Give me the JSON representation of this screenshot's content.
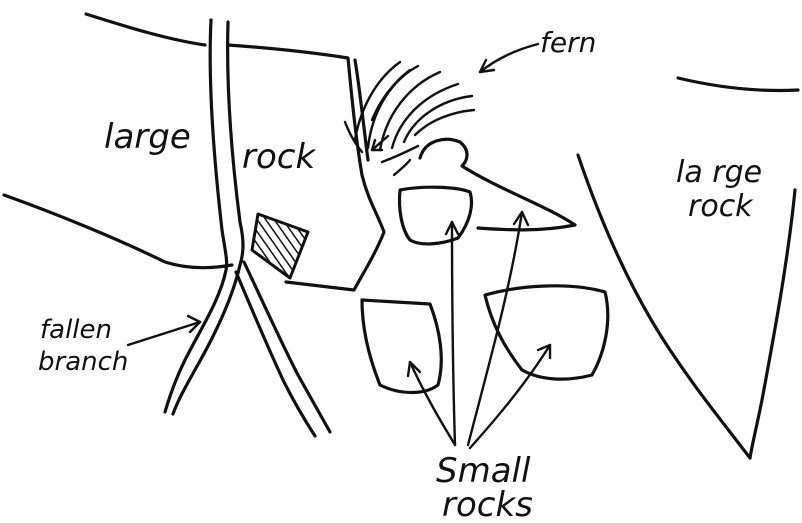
{
  "labels": {
    "large_rock_left_1": "large",
    "large_rock_left_2": "rock",
    "large_rock_right_1": "la rge",
    "large_rock_right_2": "rock",
    "fern": "fern",
    "fallen_branch_1": "fallen",
    "fallen_branch_2": "branch",
    "small_rocks_1": "Small",
    "small_rocks_2": "rocks"
  },
  "colors": {
    "ink": "#111111",
    "paper": "#ffffff"
  }
}
